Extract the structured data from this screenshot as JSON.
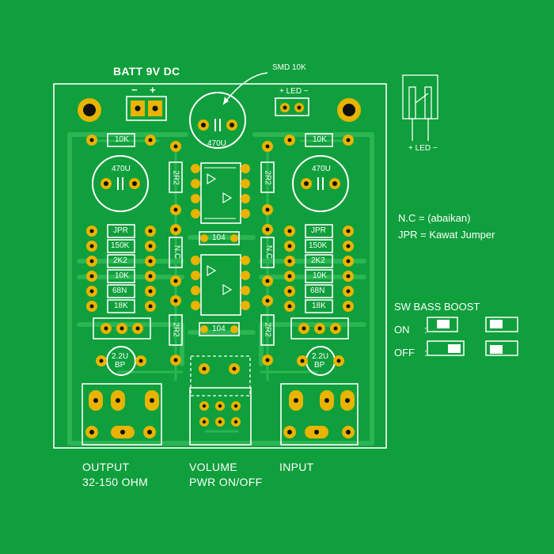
{
  "header": {
    "batt": "BATT 9V DC",
    "minus": "−",
    "plus": "+",
    "smd": "SMD 10K"
  },
  "led": {
    "label": "+ LED −",
    "side_label": "+ LED −"
  },
  "caps": {
    "top": "470U",
    "left": "470U",
    "right": "470U",
    "bp_left": "2.2U",
    "bp_right": "2.2U",
    "bp": "BP"
  },
  "left_parts": {
    "r10k_top": "10K",
    "jpr": "JPR",
    "r150k": "150K",
    "r2k2": "2K2",
    "r10k": "10K",
    "c68n": "68N",
    "r18k": "18K"
  },
  "right_parts": {
    "r10k_top": "10K",
    "jpr": "JPR",
    "r150k": "150K",
    "r2k2": "2K2",
    "r10k": "10K",
    "c68n": "68N",
    "r18k": "18K"
  },
  "center": {
    "r2r2_a": "2R2",
    "r2r2_b": "2R2",
    "r2r2_c": "2R2",
    "r2r2_d": "2R2",
    "nc_a": "N.C",
    "nc_b": "N.C",
    "c104_a": "104",
    "c104_b": "104"
  },
  "legend": {
    "nc": "N.C = (abaikan)",
    "jpr": "JPR = Kawat Jumper"
  },
  "sw": {
    "title": "SW BASS BOOST",
    "on": "ON",
    "off": "OFF",
    "colon": ":"
  },
  "bottom": {
    "output1": "OUTPUT",
    "output2": "32-150 OHM",
    "volume1": "VOLUME",
    "volume2": "PWR ON/OFF",
    "input": "INPUT"
  }
}
